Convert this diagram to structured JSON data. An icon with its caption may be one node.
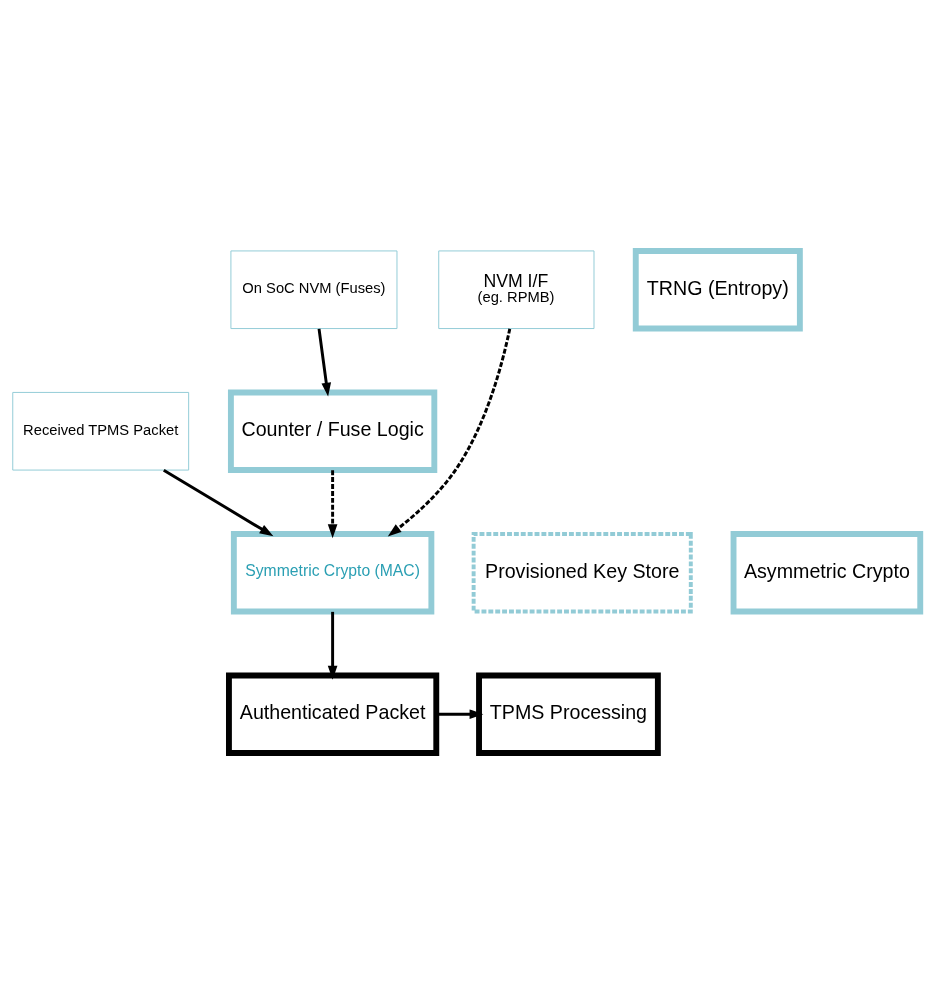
{
  "diagram": {
    "nodes": [
      {
        "text": [
          "TPMS Processing"
        ]
      },
      {
        "text": [
          "Authenticated Packet"
        ]
      },
      {
        "text": [
          "Provisioned Key Store"
        ]
      },
      {
        "text": [
          "Asymmetric Crypto"
        ]
      },
      {
        "text": [
          "Symmetric Crypto (MAC)"
        ]
      },
      {
        "text": [
          "Received TPMS Packet"
        ]
      },
      {
        "text": [
          "Counter / Fuse Logic"
        ]
      },
      {
        "text": [
          "TRNG (Entropy)"
        ]
      },
      {
        "text": [
          "On SoC NVM (Fuses)"
        ]
      },
      {
        "text": [
          "NVM I/F",
          "(eg. RPMB)"
        ]
      }
    ],
    "edges": [
      {
        "from": 1,
        "to": 0,
        "arrow": "to"
      },
      {
        "from": 4,
        "to": 1,
        "arrow": "to"
      },
      {
        "from": 5,
        "to": 4,
        "arrow": "to"
      },
      {
        "from": 6,
        "to": 4,
        "arrow": "to",
        "style": "dashed"
      },
      {
        "from": 9,
        "to": 4,
        "arrow": "to",
        "style": "dashed"
      },
      {
        "from": 8,
        "to": 6,
        "arrow": "to"
      }
    ]
  }
}
